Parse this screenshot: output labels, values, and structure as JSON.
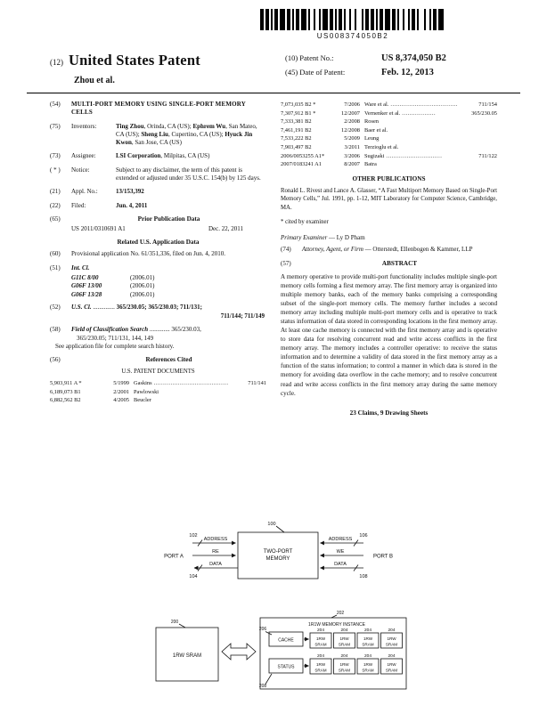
{
  "barcode_text": "US008374050B2",
  "header": {
    "num12": "(12)",
    "title": "United States Patent",
    "authors": "Zhou et al.",
    "num10": "(10)",
    "patent_no_label": "Patent No.:",
    "patent_no": "US 8,374,050 B2",
    "num45": "(45)",
    "date_label": "Date of Patent:",
    "date_value": "Feb. 12, 2013"
  },
  "biblio": {
    "title_num": "(54)",
    "title": "MULTI-PORT MEMORY USING SINGLE-PORT MEMORY CELLS",
    "inventors_num": "(75)",
    "inventors_label": "Inventors:",
    "inventors": [
      {
        "name": "Ting Zhou",
        "rest": ", Orinda, CA (US); "
      },
      {
        "name": "Ephrem Wu",
        "rest": ", San Mateo, CA (US); "
      },
      {
        "name": "Sheng Liu",
        "rest": ", Cupertino, CA (US); "
      },
      {
        "name": "Hyuck Jin Kwon",
        "rest": ", San Jose, CA (US)"
      }
    ],
    "assignee_num": "(73)",
    "assignee_label": "Assignee:",
    "assignee_name": "LSI Corporation",
    "assignee_rest": ", Milpitas, CA (US)",
    "notice_num": "( * )",
    "notice_label": "Notice:",
    "notice_text": "Subject to any disclaimer, the term of this patent is extended or adjusted under 35 U.S.C. 154(b) by 125 days.",
    "appl_num": "(21)",
    "appl_label": "Appl. No.:",
    "appl_value": "13/153,392",
    "filed_num": "(22)",
    "filed_label": "Filed:",
    "filed_value": "Jun. 4, 2011",
    "pub_num": "(65)",
    "pub_heading": "Prior Publication Data",
    "pub_id": "US 2011/0310691 A1",
    "pub_date": "Dec. 22, 2011",
    "related_heading": "Related U.S. Application Data",
    "related_num": "(60)",
    "related_text": "Provisional application No. 61/351,336, filed on Jun. 4, 2010.",
    "intcl_num": "(51)",
    "intcl_label": "Int. Cl.",
    "intcl": [
      {
        "code": "G11C 8/00",
        "year": "(2006.01)"
      },
      {
        "code": "G06F 13/00",
        "year": "(2006.01)"
      },
      {
        "code": "G06F 13/28",
        "year": "(2006.01)"
      }
    ],
    "uscl_num": "(52)",
    "uscl_label": "U.S. Cl.",
    "uscl_dots": " .............. ",
    "uscl_line1": "365/230.05; 365/230.03; 711/131;",
    "uscl_line2": "711/144; 711/149",
    "field_num": "(58)",
    "field_label": "Field of Classification Search",
    "field_dots": " ............. ",
    "field_line1_val": "365/230.03,",
    "field_line2": "365/230.05;  711/131, 144, 149",
    "field_note": "See application file for complete search history.",
    "refs_num": "(56)",
    "refs_heading": "References Cited",
    "us_docs_heading": "U.S. PATENT DOCUMENTS"
  },
  "references_left": [
    {
      "no": "5,903,911 A *",
      "date": "5/1999",
      "name": "Gaskins",
      "dots": "........................................",
      "cls": "711/141"
    },
    {
      "no": "6,189,073 B1",
      "date": "2/2001",
      "name": "Pawlowski",
      "dots": "",
      "cls": ""
    },
    {
      "no": "6,882,562 B2",
      "date": "4/2005",
      "name": "Beucler",
      "dots": "",
      "cls": ""
    }
  ],
  "references_right": [
    {
      "no": "7,073,035 B2 *",
      "date": "7/2006",
      "name": "Ware et al.",
      "dots": "....................................",
      "cls": "711/154"
    },
    {
      "no": "7,307,912 B1 *",
      "date": "12/2007",
      "name": "Vernenker et al.",
      "dots": "..................",
      "cls": "365/230.05"
    },
    {
      "no": "7,333,381 B2",
      "date": "2/2008",
      "name": "Rosen",
      "dots": "",
      "cls": ""
    },
    {
      "no": "7,461,191 B2",
      "date": "12/2008",
      "name": "Baer et al.",
      "dots": "",
      "cls": ""
    },
    {
      "no": "7,533,222 B2",
      "date": "5/2009",
      "name": "Leung",
      "dots": "",
      "cls": ""
    },
    {
      "no": "7,903,497 B2",
      "date": "3/2011",
      "name": "Terzioglu et al.",
      "dots": "",
      "cls": ""
    },
    {
      "no": "2006/0053255 A1*",
      "date": "3/2006",
      "name": "Sugizaki",
      "dots": "..............................",
      "cls": "711/122"
    },
    {
      "no": "2007/0183241 A1",
      "date": "8/2007",
      "name": "Batra",
      "dots": "",
      "cls": ""
    }
  ],
  "other_pubs": {
    "heading": "OTHER PUBLICATIONS",
    "text": "Ronald L. Rivest and Lance A. Glasser, “A Fast Multiport Memory Based on Single-Port Memory Cells,” Jul. 1991, pp. 1-12, MIT Laboratory for Computer Science, Cambridge, MA.",
    "cited": "* cited by examiner"
  },
  "examiner": {
    "primary_label": "Primary Examiner",
    "primary_value": " — Ly D Pham",
    "attorney_num": "(74)",
    "attorney_label": "Attorney, Agent, or Firm",
    "attorney_value": " — Otterstedt, Ellenbogen & Kammer, LLP"
  },
  "abstract": {
    "num": "(57)",
    "heading": "ABSTRACT",
    "text": "A memory operative to provide multi-port functionality includes multiple single-port memory cells forming a first memory array. The first memory array is organized into multiple memory banks, each of the memory banks comprising a corresponding subset of the single-port memory cells. The memory further includes a second memory array including multiple multi-port memory cells and is operative to track status information of data stored in corresponding locations in the first memory array. At least one cache memory is connected with the first memory array and is operative to store data for resolving concurrent read and write access conflicts in the first memory array. The memory includes a controller operative: to receive the status information and to determine a validity of data stored in the first memory array as a function of the status information; to control a manner in which data is stored in the memory for avoiding data overflow in the cache memory; and to resolve concurrent read and write access conflicts in the first memory array during the same memory cycle.",
    "claims_line": "23 Claims, 9 Drawing Sheets"
  },
  "fig1": {
    "ref_100": "100",
    "box_line1": "TWO-PORT",
    "box_line2": "MEMORY",
    "port_a": "PORT A",
    "port_b": "PORT B",
    "address_left": "ADDRESS",
    "re": "RE",
    "data_left": "DATA",
    "address_right": "ADDRESS",
    "we": "WE",
    "data_right": "DATA",
    "ref_102": "102",
    "ref_104": "104",
    "ref_106": "106",
    "ref_108": "108"
  },
  "fig2": {
    "ref_200": "200",
    "sram_label": "1RW SRAM",
    "ref_202": "202",
    "instance_label": "1R1W MEMORY INSTANCE",
    "ref_206": "206",
    "cache_label": "CACHE",
    "ref_208": "208",
    "status_label": "STATUS",
    "ref_204": "204",
    "cell_line1": "1RW",
    "cell_line2": "SRAM"
  }
}
